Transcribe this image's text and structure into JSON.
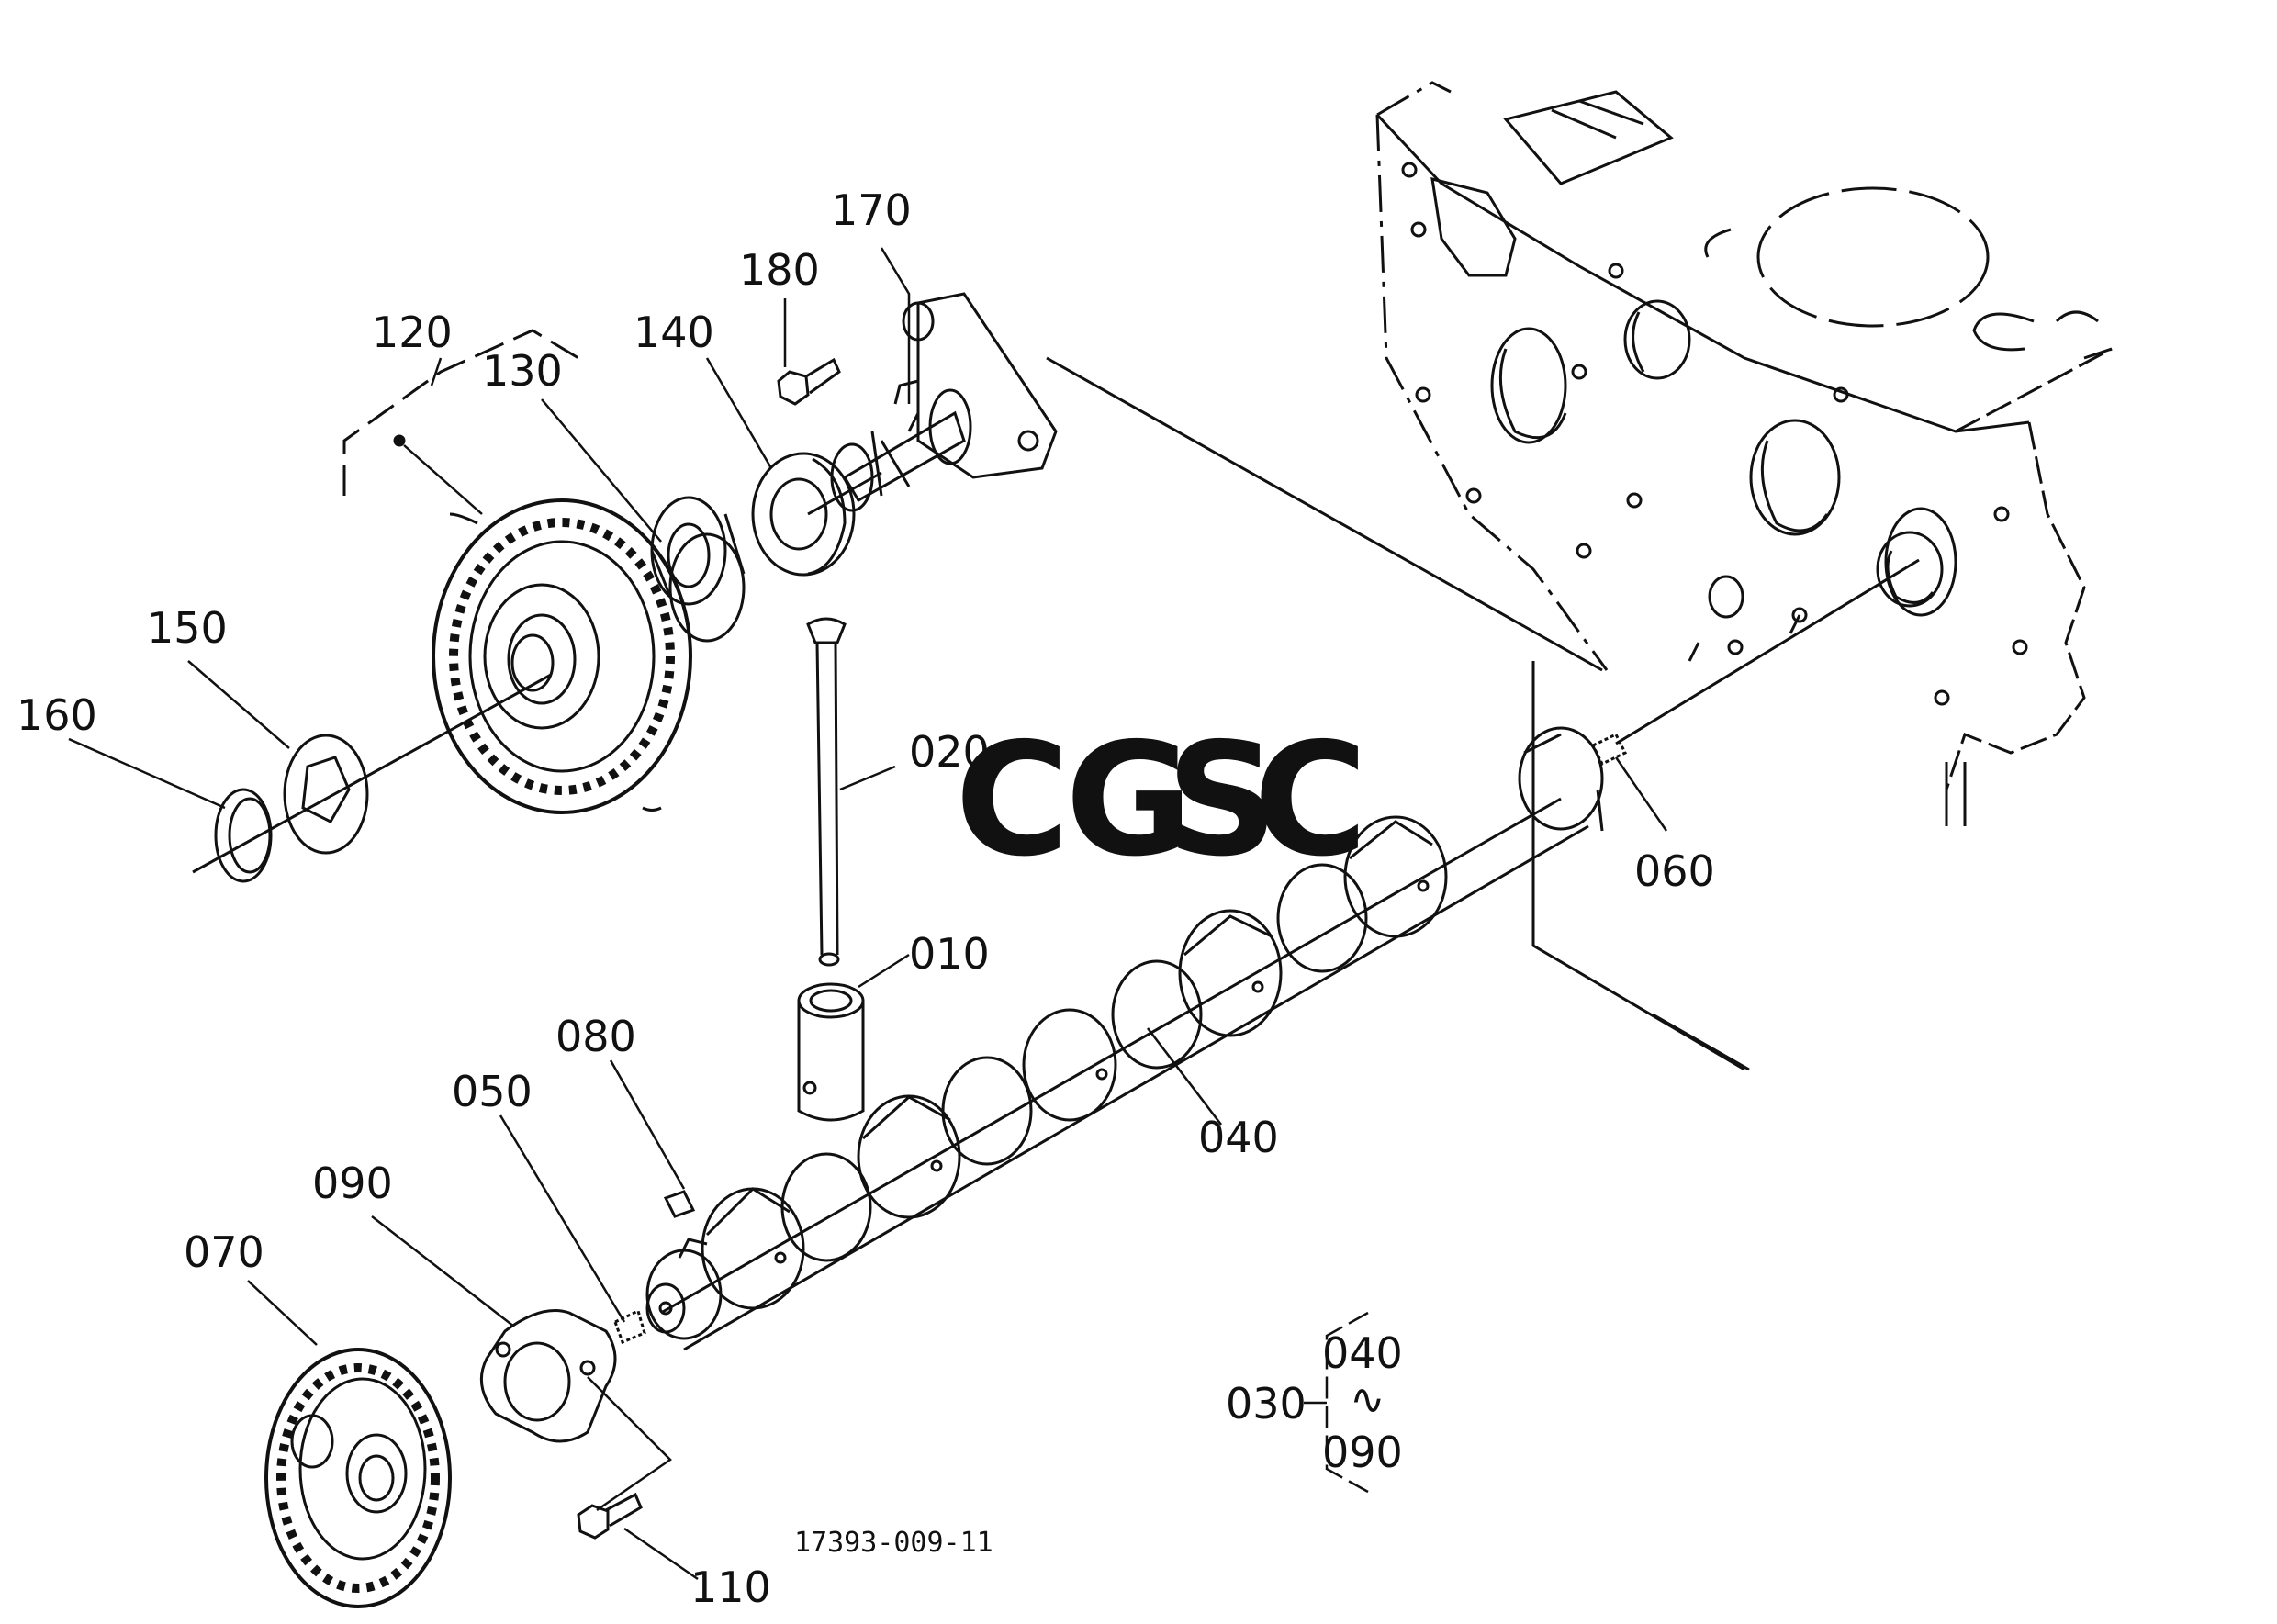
{
  "diagram": {
    "labels": {
      "p010": "010",
      "p020": "020",
      "p030": "030",
      "p040": "040",
      "p050": "050",
      "p060": "060",
      "p070": "070",
      "p080": "080",
      "p090": "090",
      "p110": "110",
      "p120": "120",
      "p130": "130",
      "p140": "140",
      "p150": "150",
      "p160": "160",
      "p170": "170",
      "p180": "180"
    },
    "assembly_bracket": {
      "parent": "030",
      "from": "040",
      "range_mark": "∿",
      "to": "090"
    },
    "drawing_code": "17393-009-11"
  },
  "watermark": {
    "letters": [
      "C",
      "G",
      "S",
      "C"
    ],
    "colors": [
      "#8fb3f5",
      "#f2a09a",
      "#f6d77a",
      "#8fcfa8"
    ]
  },
  "colors": {
    "line": "#111111",
    "background": "#ffffff"
  }
}
